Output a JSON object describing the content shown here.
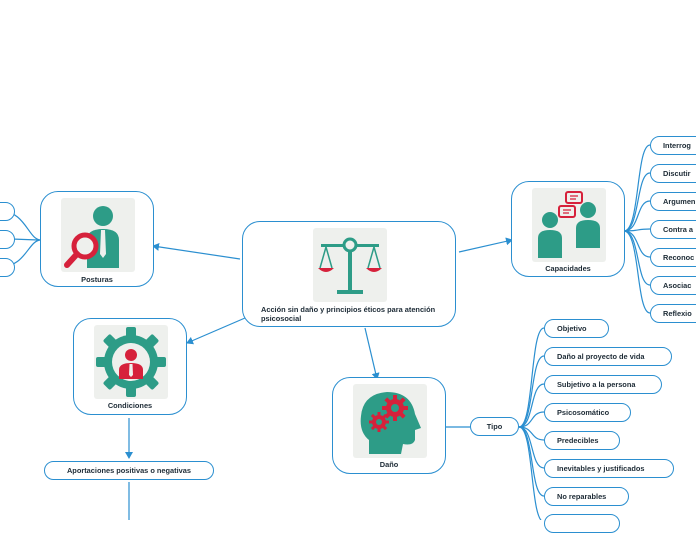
{
  "central": {
    "title": "Acción sin daño y principios éticos para atención psicosocial",
    "icon": "balance-scale-icon"
  },
  "posturas": {
    "label": "Posturas",
    "icon": "magnifier-person-icon"
  },
  "capacidades": {
    "label": "Capacidades",
    "icon": "dialogue-people-icon",
    "items": [
      "Interrog",
      "Discutir",
      "Argumen",
      "Contra a",
      "Reconoc",
      "Asociac",
      "Reflexio"
    ]
  },
  "condiciones": {
    "label": "Condiciones",
    "icon": "gear-person-icon",
    "child": "Aportaciones positivas o negativas"
  },
  "dano": {
    "label": "Daño",
    "icon": "head-gears-icon",
    "tipo": "Tipo",
    "items": [
      "Objetivo",
      "Daño al proyecto de vida",
      "Subjetivo a la persona",
      "Psicosomático",
      "Predecibles",
      "Inevitables y justificados",
      "No reparables",
      ""
    ]
  },
  "colors": {
    "line": "#2b8fd0",
    "teal": "#2d9c87",
    "red": "#d6213b",
    "tile": "#eef0ed",
    "text": "#1d2b36"
  }
}
